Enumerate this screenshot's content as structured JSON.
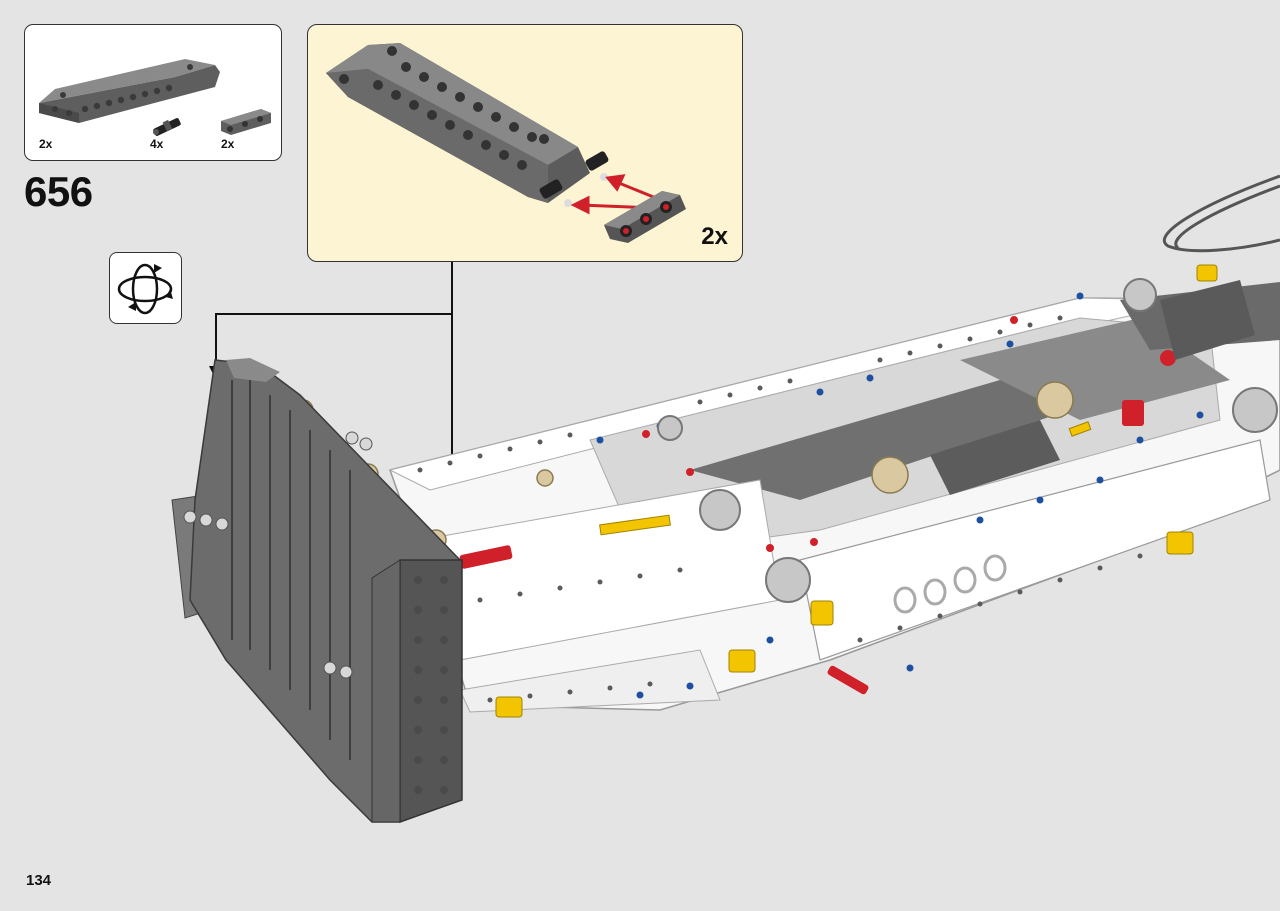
{
  "parts_list": {
    "items": [
      {
        "icon": "gray-panel-part-icon",
        "count": "2x"
      },
      {
        "icon": "black-pin-part-icon",
        "count": "4x"
      },
      {
        "icon": "gray-beam-part-icon",
        "count": "2x"
      }
    ]
  },
  "step": {
    "number": "656"
  },
  "callout": {
    "multiplier": "2x"
  },
  "page": {
    "number": "134"
  },
  "colors": {
    "background": "#e4e4e4",
    "callout_background": "#fdf4d3",
    "part_gray": "#6d6d6d",
    "arrow_red": "#d0202a",
    "accent_yellow": "#f2c500",
    "accent_blue": "#1f4fa0"
  }
}
